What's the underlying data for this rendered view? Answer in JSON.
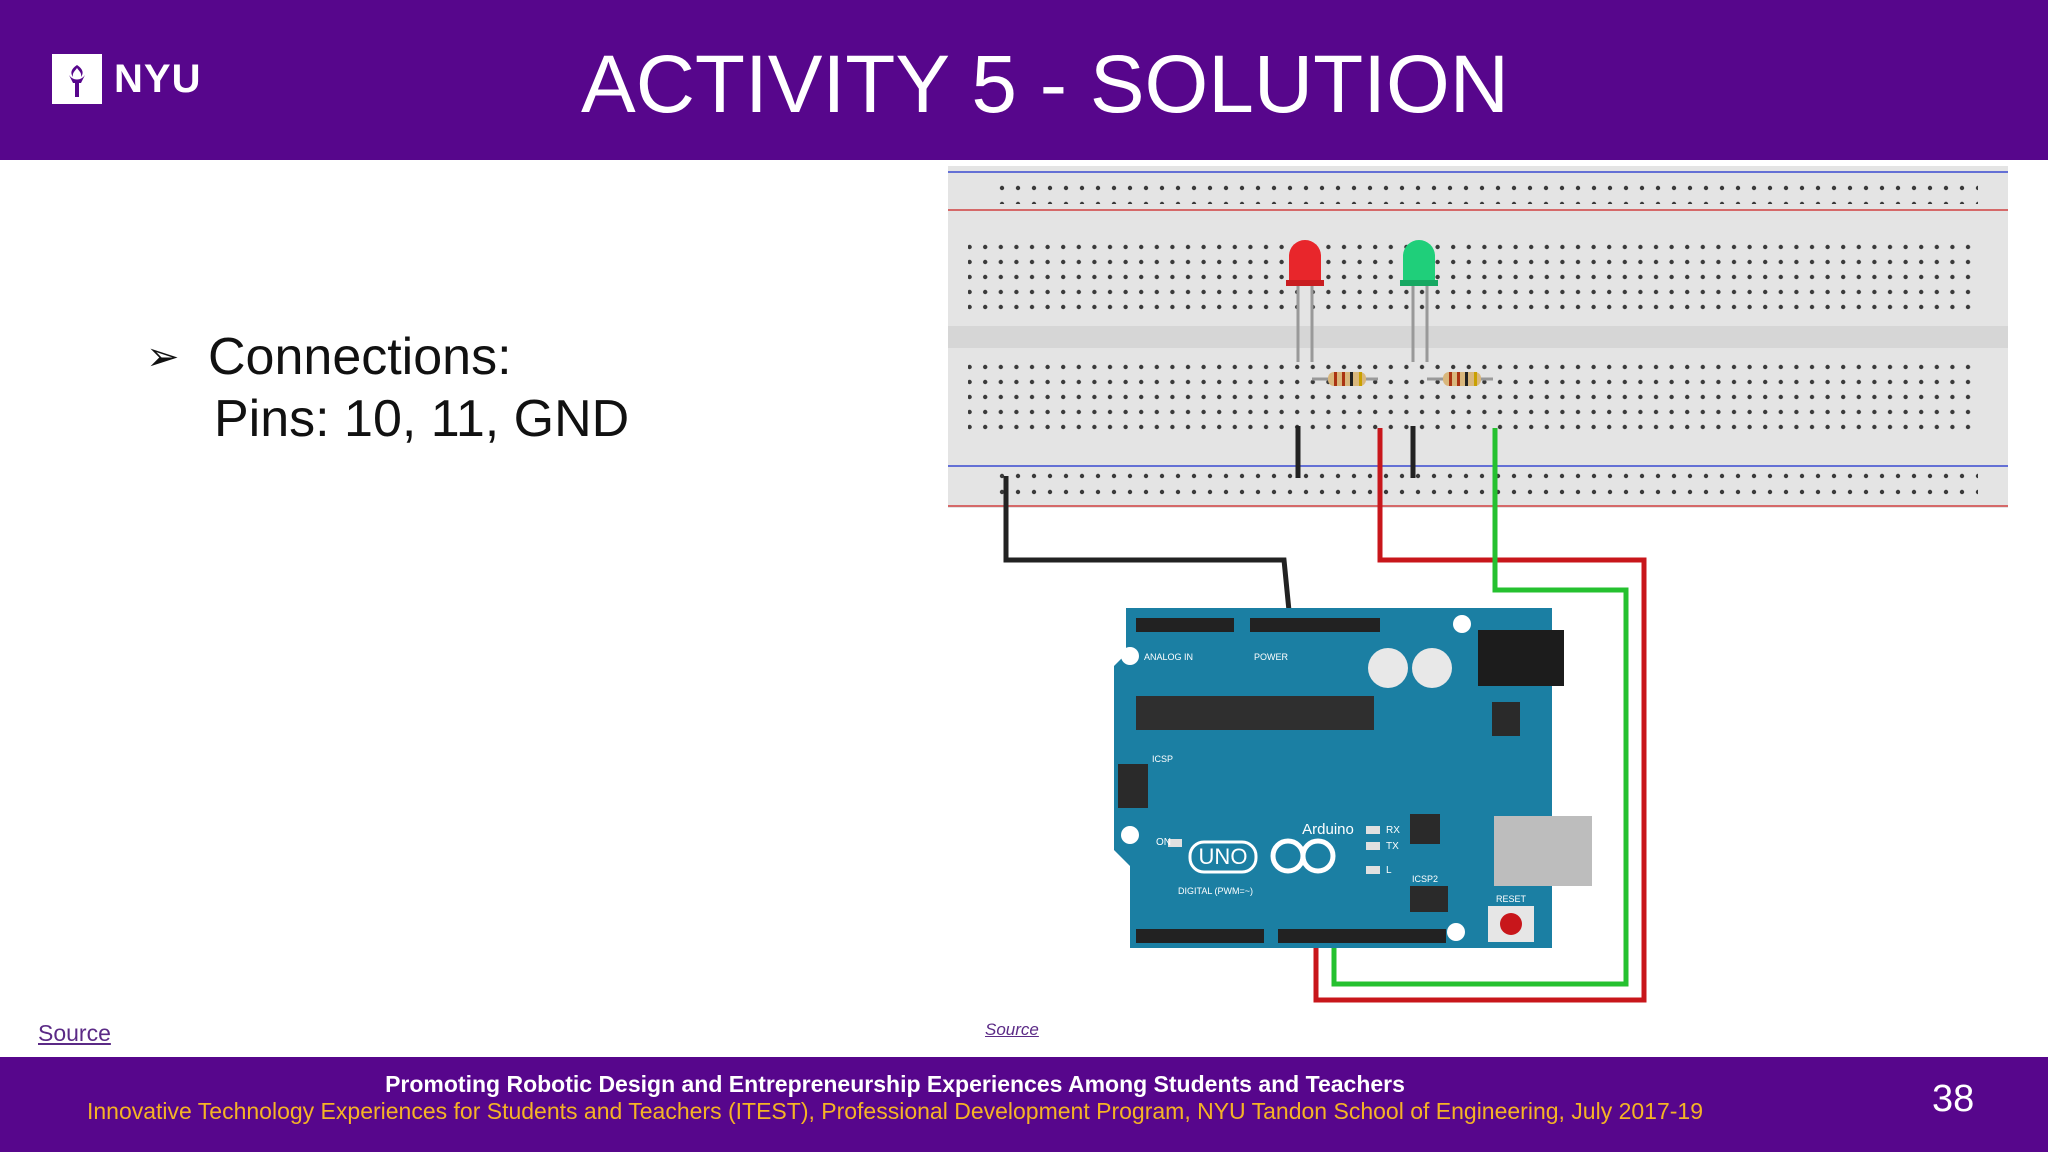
{
  "header": {
    "logo_text": "NYU",
    "title": "ACTIVITY 5 - SOLUTION"
  },
  "content": {
    "bullet_symbol": "➢",
    "bullet_line1": "Connections:",
    "bullet_line2": "Pins: 10, 11, GND"
  },
  "sources": {
    "left": "Source",
    "middle": "Source"
  },
  "diagram": {
    "led_colors": [
      "#e8262b",
      "#1fcf7a"
    ],
    "wire_colors": {
      "ground": "#222222",
      "pin10": "#c8161b",
      "pin11": "#25c12f"
    },
    "board_color": "#1b7fa3",
    "board_labels": {
      "brand": "Arduino",
      "model": "UNO",
      "on": "ON",
      "tx": "TX",
      "rx": "RX",
      "l": "L",
      "reset": "RESET",
      "icsp": "ICSP",
      "icsp2": "ICSP2",
      "analog": "ANALOG IN",
      "power": "POWER",
      "digital": "DIGITAL (PWM=~)"
    }
  },
  "footer": {
    "line1": "Promoting Robotic Design and Entrepreneurship Experiences Among Students and Teachers",
    "line2": "Innovative Technology Experiences for Students and Teachers (ITEST), Professional Development Program, NYU Tandon School of Engineering, July 2017-19",
    "page_number": "38"
  }
}
